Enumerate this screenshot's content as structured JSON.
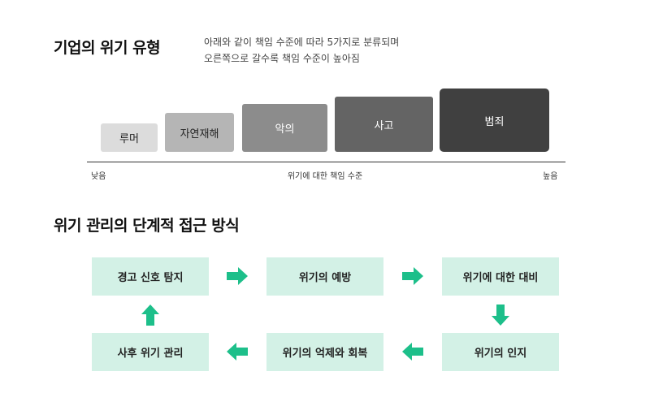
{
  "section1": {
    "title": "기업의 위기 유형",
    "desc_lines": [
      "아래와 같이 책임 수준에 따라 5가지로 분류되며",
      "오른쪽으로 갈수록 책임 수준이 높아짐"
    ]
  },
  "crisis_types": [
    {
      "label": "루머",
      "color": "#dcdcdc",
      "text_color": "#222222"
    },
    {
      "label": "자연재해",
      "color": "#b5b5b5",
      "text_color": "#222222"
    },
    {
      "label": "악의",
      "color": "#8c8c8c",
      "text_color": "#ffffff"
    },
    {
      "label": "사고",
      "color": "#646464",
      "text_color": "#ffffff"
    },
    {
      "label": "범죄",
      "color": "#404040",
      "text_color": "#ffffff"
    }
  ],
  "axis": {
    "low": "낮음",
    "center": "위기에 대한 책임 수준",
    "high": "높음"
  },
  "section2": {
    "title": "위기 관리의 단계적 접근 방식"
  },
  "steps": [
    "경고 신호 탐지",
    "위기의 예방",
    "위기에 대한 대비",
    "위기의 인지",
    "위기의 억제와 회복",
    "사후 위기 관리"
  ],
  "colors": {
    "step_bg": "#d3f1e6",
    "arrow": "#1dbf8a"
  }
}
